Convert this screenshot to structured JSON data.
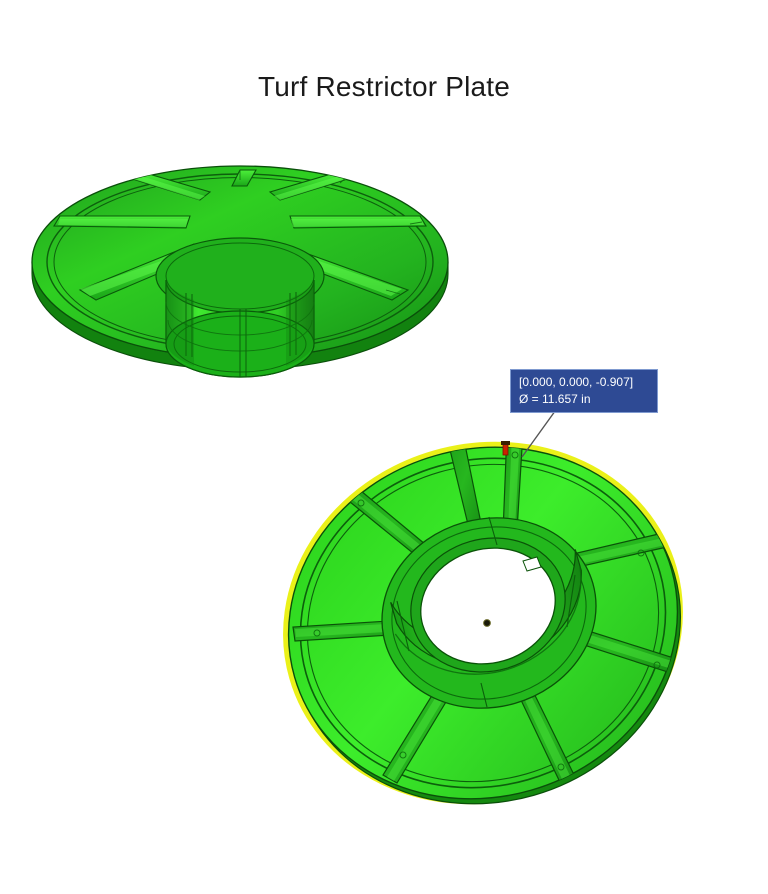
{
  "slide": {
    "title": "Turf Restrictor Plate",
    "background_color": "#ffffff",
    "title_color": "#1a1a1a"
  },
  "measurement_callout": {
    "coordinates_label": "[0.000, 0.000, -0.907]",
    "diameter_label": "Ø = 11.657 in",
    "background_color": "#2e4a94",
    "border_color": "#7f9ad0",
    "text_color": "#ffffff",
    "leader_line_color": "#555555",
    "marker_color": "#cc2200"
  },
  "models": {
    "top_view": {
      "name": "turf-restrictor-plate-underside-isometric",
      "rib_count": 8,
      "body_color": "#22bb22",
      "face_color": "#2fd61f",
      "edge_color": "#0c6b0c",
      "highlight_color": "#55ee44"
    },
    "bottom_view": {
      "name": "turf-restrictor-plate-topside-isometric",
      "rib_count": 8,
      "body_color": "#33dd22",
      "face_color": "#3ee52c",
      "edge_color": "#0b5f0b",
      "highlight_color": "#66ff55",
      "selected_edge_color": "#e8f000"
    }
  }
}
